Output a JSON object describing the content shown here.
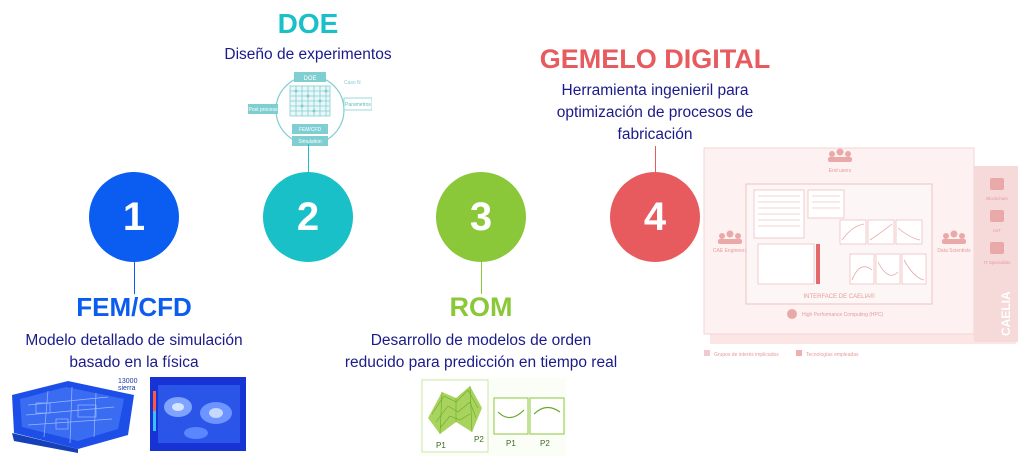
{
  "colors": {
    "step1": "#0b5cf0",
    "step2": "#19c0c8",
    "step3": "#8ac739",
    "step4": "#e75a5e"
  },
  "steps": [
    {
      "number": "1",
      "title": "FEM/CFD",
      "desc_lines": [
        "Modelo detallado de simulación",
        "basado en la física"
      ]
    },
    {
      "number": "2",
      "title": "DOE",
      "desc_lines": [
        "Diseño de experimentos"
      ]
    },
    {
      "number": "3",
      "title": "ROM",
      "desc_lines": [
        "Desarrollo de modelos de orden",
        "reducido para predicción en tiempo real"
      ]
    },
    {
      "number": "4",
      "title": "GEMELO DIGITAL",
      "desc_lines": [
        "Herramienta ingenieril para",
        "optimización de procesos de",
        "fabricación"
      ]
    }
  ],
  "doe_figure": {
    "doe": "DOE",
    "post_process": "Post process",
    "parametros": "Parametros",
    "fem_cfd": "FEM/CFD",
    "simulation": "Simulation",
    "caso_n": "Caso N"
  },
  "fem_figure": {
    "label_value": "13000",
    "label_word": "sierra"
  },
  "rom_figure": {
    "p1": "P1",
    "p2": "P2"
  },
  "twin_figure": {
    "end_users": "End users",
    "cae_engineers": "CAE Engineers",
    "data_scientists": "Data Scientists",
    "interface": "INTERFACE DE CAELIA®",
    "hpc": "High Performance Computing (HPC)",
    "blockchain": "Blockchain",
    "iiot": "IIoT",
    "it_specialists": "IT Specialists",
    "caelia": "CAELIA",
    "legend_groups": "Grupos de interés implicados",
    "legend_tech": "Tecnologías empleadas"
  }
}
